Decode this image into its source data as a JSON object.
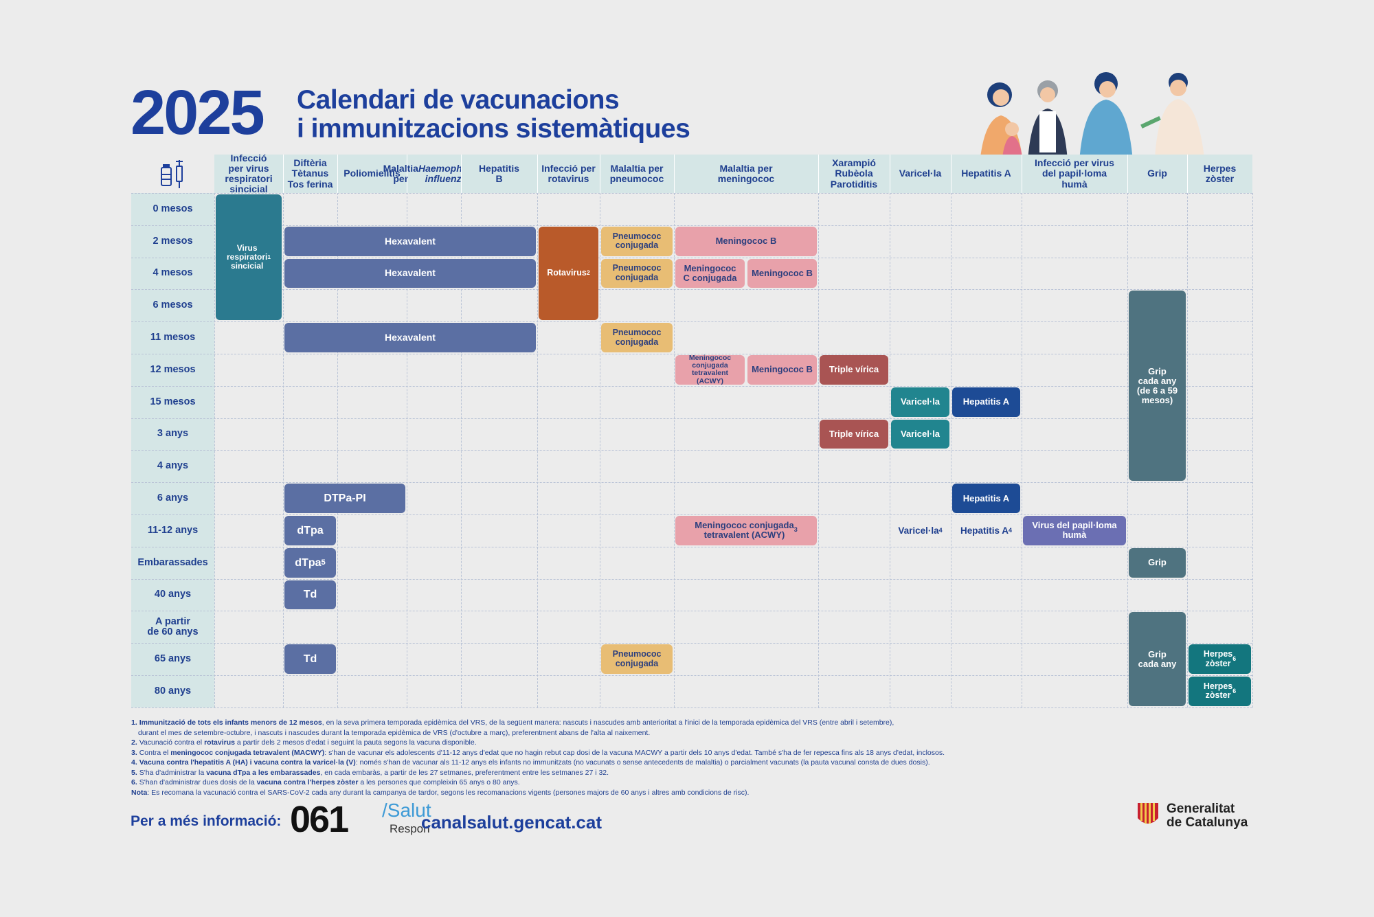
{
  "header": {
    "year": "2025",
    "title_line1": "Calendari de vacunacions",
    "title_line2": "i immunitzacions sistemàtiques"
  },
  "columns": [
    "Infecció\nper virus\nrespiratori\nsincicial",
    "Diftèria\nTètanus\nTos ferina",
    "Poliomielitis",
    "Malaltia per\nHaemophilus\ninfluenzae b",
    "Hepatitis\nB",
    "Infecció per\nrotavirus",
    "Malaltia per\npneumococ",
    "Malaltia per\nmeningococ",
    "Xarampió\nRubèola\nParotiditis",
    "Varicel·la",
    "Hepatitis A",
    "Infecció per virus\ndel papil·loma\nhumà",
    "Grip",
    "Herpes\nzòster"
  ],
  "rows": [
    "0 mesos",
    "2 mesos",
    "4 mesos",
    "6 mesos",
    "11 mesos",
    "12 mesos",
    "15 mesos",
    "3 anys",
    "4 anys",
    "6 anys",
    "11-12 anys",
    "Embarassades",
    "40 anys",
    "A partir\nde 60 anys",
    "65 anys",
    "80 anys"
  ],
  "vaccines": [
    {
      "label": "Virus\nrespiratori\nsincicial",
      "sup": "1",
      "col": [
        0,
        0
      ],
      "row": [
        0,
        3
      ],
      "color": "rsv"
    },
    {
      "label": "Hexavalent",
      "col": [
        1,
        4
      ],
      "row": [
        1,
        1
      ],
      "color": "hexa"
    },
    {
      "label": "Hexavalent",
      "col": [
        1,
        4
      ],
      "row": [
        2,
        2
      ],
      "color": "hexa"
    },
    {
      "label": "Hexavalent",
      "col": [
        1,
        4
      ],
      "row": [
        4,
        4
      ],
      "color": "hexa"
    },
    {
      "label": "Rotavirus",
      "sup": "2",
      "col": [
        5,
        5
      ],
      "row": [
        1,
        3
      ],
      "color": "rota"
    },
    {
      "label": "Pneumococ\nconjugada",
      "col": [
        6,
        6
      ],
      "row": [
        1,
        1
      ],
      "color": "pneu"
    },
    {
      "label": "Pneumococ\nconjugada",
      "col": [
        6,
        6
      ],
      "row": [
        2,
        2
      ],
      "color": "pneu"
    },
    {
      "label": "Pneumococ\nconjugada",
      "col": [
        6,
        6
      ],
      "row": [
        4,
        4
      ],
      "color": "pneu"
    },
    {
      "label": "Meningococ B",
      "col": [
        7,
        7
      ],
      "row": [
        1,
        1
      ],
      "color": "men"
    },
    {
      "label": "Meningococ\nC conjugada",
      "col": [
        7,
        7
      ],
      "half": "left",
      "row": [
        2,
        2
      ],
      "color": "men"
    },
    {
      "label": "Meningococ B",
      "col": [
        7,
        7
      ],
      "half": "right",
      "row": [
        2,
        2
      ],
      "color": "men"
    },
    {
      "label": "Meningococ\nconjugada\ntetravalent (ACWY)",
      "col": [
        7,
        7
      ],
      "half": "left",
      "row": [
        5,
        5
      ],
      "color": "men",
      "small": true
    },
    {
      "label": "Meningococ B",
      "col": [
        7,
        7
      ],
      "half": "right",
      "row": [
        5,
        5
      ],
      "color": "men"
    },
    {
      "label": "Triple vírica",
      "col": [
        8,
        8
      ],
      "row": [
        5,
        5
      ],
      "color": "trip"
    },
    {
      "label": "Varicel·la",
      "col": [
        9,
        9
      ],
      "row": [
        6,
        6
      ],
      "color": "var"
    },
    {
      "label": "Hepatitis A",
      "col": [
        10,
        10
      ],
      "row": [
        6,
        6
      ],
      "color": "hepa"
    },
    {
      "label": "Triple vírica",
      "col": [
        8,
        8
      ],
      "row": [
        7,
        7
      ],
      "color": "trip"
    },
    {
      "label": "Varicel·la",
      "col": [
        9,
        9
      ],
      "row": [
        7,
        7
      ],
      "color": "var"
    },
    {
      "label": "DTPa-PI",
      "col": [
        1,
        2
      ],
      "row": [
        9,
        9
      ],
      "color": "hexa",
      "big": true
    },
    {
      "label": "Hepatitis A",
      "col": [
        10,
        10
      ],
      "row": [
        9,
        9
      ],
      "color": "hepa"
    },
    {
      "label": "dTpa",
      "col": [
        1,
        1
      ],
      "row": [
        10,
        10
      ],
      "color": "hexa",
      "big": true
    },
    {
      "label": "Meningococ conjugada\ntetravalent (ACWY)",
      "sup": "3",
      "col": [
        7,
        7
      ],
      "row": [
        10,
        10
      ],
      "color": "men"
    },
    {
      "label": "Virus del papil·loma\nhumà",
      "col": [
        11,
        11
      ],
      "row": [
        10,
        10
      ],
      "color": "hpv"
    },
    {
      "label": "dTpa",
      "sup": "5",
      "col": [
        1,
        1
      ],
      "row": [
        11,
        11
      ],
      "color": "hexa",
      "big": true
    },
    {
      "label": "Grip",
      "col": [
        12,
        12
      ],
      "row": [
        11,
        11
      ],
      "color": "grip"
    },
    {
      "label": "Td",
      "col": [
        1,
        1
      ],
      "row": [
        12,
        12
      ],
      "color": "hexa",
      "big": true
    },
    {
      "label": "Grip\ncada any\n(de 6 a 59\nmesos)",
      "col": [
        12,
        12
      ],
      "row": [
        3,
        8
      ],
      "color": "grip"
    },
    {
      "label": "Grip\ncada any",
      "col": [
        12,
        12
      ],
      "row": [
        13,
        15
      ],
      "color": "grip"
    },
    {
      "label": "Td",
      "col": [
        1,
        1
      ],
      "row": [
        14,
        14
      ],
      "color": "hexa",
      "big": true
    },
    {
      "label": "Pneumococ\nconjugada",
      "col": [
        6,
        6
      ],
      "row": [
        14,
        14
      ],
      "color": "pneu"
    },
    {
      "label": "Herpes\nzòster",
      "sup": "6",
      "col": [
        13,
        13
      ],
      "row": [
        14,
        14
      ],
      "color": "herp"
    },
    {
      "label": "Herpes\nzòster",
      "sup": "6",
      "col": [
        13,
        13
      ],
      "row": [
        15,
        15
      ],
      "color": "herp"
    }
  ],
  "plain_entries": [
    {
      "label": "Varicel·la",
      "sup": "4",
      "col": 9,
      "row": 10
    },
    {
      "label": "Hepatitis A",
      "sup": "4",
      "col": 10,
      "row": 10
    }
  ],
  "notes": [
    {
      "num": "1.",
      "bold": "Immunització de tots els infants menors de 12 mesos",
      "text": ", en la seva primera temporada epidèmica del VRS, de la següent manera: nascuts i nascudes amb anterioritat a l'inici de la temporada epidèmica del VRS (entre abril i setembre),"
    },
    {
      "num": "",
      "bold": "",
      "text": "durant el mes de setembre-octubre, i nascuts i nascudes durant la temporada epidèmica de VRS (d'octubre a març), preferentment abans de l'alta al naixement."
    },
    {
      "num": "2.",
      "pre": "Vacunació contra el ",
      "bold": "rotavirus",
      "text": " a partir dels 2 mesos d'edat i seguint la pauta segons la vacuna disponible."
    },
    {
      "num": "3.",
      "pre": "Contra el ",
      "bold": "meningococ conjugada tetravalent (MACWY)",
      "text": ": s'han de vacunar els adolescents d'11-12 anys d'edat que no hagin rebut cap dosi de la vacuna MACWY a partir dels 10 anys d'edat. També s'ha de fer repesca fins als 18 anys d'edat, inclosos."
    },
    {
      "num": "4.",
      "bold": "Vacuna contra l'hepatitis A (HA) i vacuna contra la varicel·la (V)",
      "text": ": només s'han de vacunar als 11-12 anys els infants no immunitzats (no vacunats o sense antecedents de malaltia) o parcialment vacunats (la pauta vacunal consta de dues dosis)."
    },
    {
      "num": "5.",
      "pre": "S'ha d'administrar la ",
      "bold": "vacuna dTpa a les embarassades",
      "text": ", en cada embaràs, a partir de les 27 setmanes, preferentment entre les setmanes 27 i 32."
    },
    {
      "num": "6.",
      "pre": "S'han d'administrar dues dosis de la ",
      "bold": "vacuna contra l'herpes zòster",
      "text": " a les persones que compleixin 65 anys o 80 anys."
    },
    {
      "num": "",
      "bold": "Nota",
      "text": ": Es recomana la vacunació contra el SARS-CoV-2 cada any durant la campanya de tardor, segons les recomanacions vigents (persones majors de 60 anys i altres amb condicions de risc)."
    }
  ],
  "footer": {
    "more_info": "Per a més informació:",
    "phone": "061",
    "salut": "/Salut",
    "respon": "Respon",
    "website": "canalsalut.gencat.cat",
    "gov_line1": "Generalitat",
    "gov_line2": "de Catalunya"
  },
  "colors": {
    "rsv": "#2b7a8f",
    "hexa": "#5b6fa3",
    "rota": "#b95a2a",
    "pneu": "#e8bd74",
    "men": "#e8a1aa",
    "trip": "#a95453",
    "var": "#21858f",
    "hepa": "#1d4b95",
    "hpv": "#6b6fb3",
    "grip": "#4f7380",
    "herp": "#13767e"
  },
  "icons": [
    "vaccine-vial-syringe-icon",
    "people-illustration",
    "generalitat-logo"
  ]
}
